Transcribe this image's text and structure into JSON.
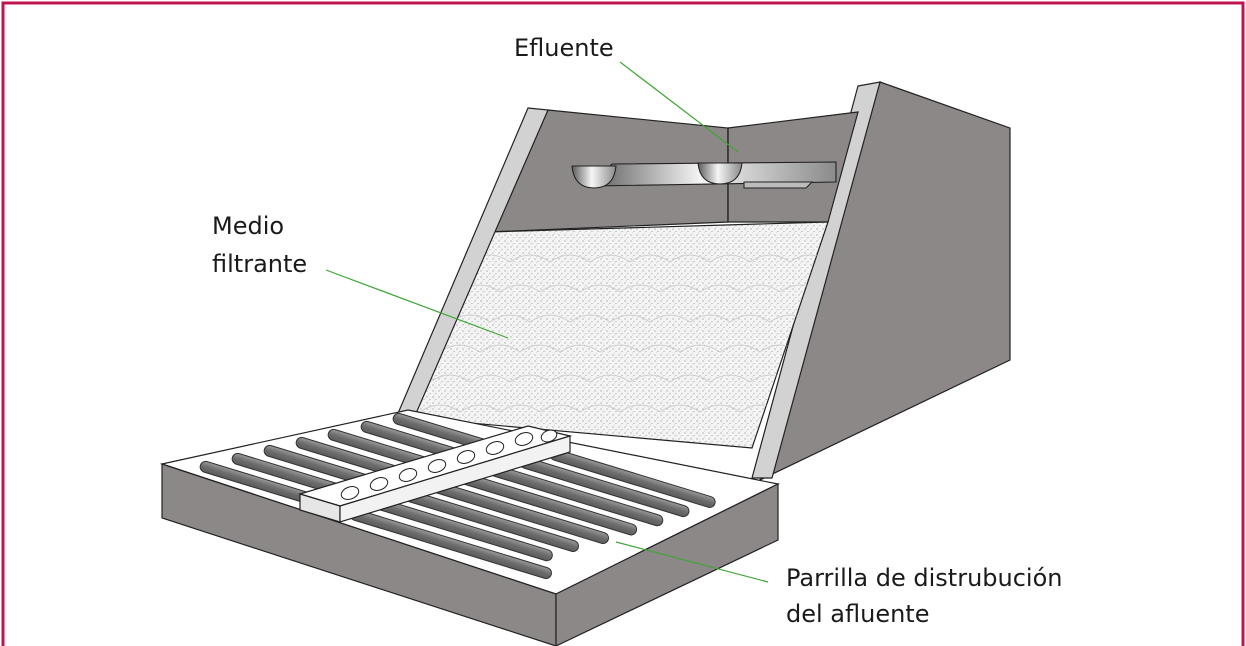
{
  "labels": {
    "effluent": "Efluente",
    "media_line1": "Medio",
    "media_line2": "filtrante",
    "grid_line1": "Parrilla de distrubución",
    "grid_line2": "del afluente"
  },
  "colors": {
    "frame_border": "#c0154c",
    "leader_line": "#3fa535",
    "wall_dark": "#8c8887",
    "wall_light": "#d2d2d2",
    "pipe": "#7f7f7f",
    "media_fill": "#f2f2f2"
  }
}
